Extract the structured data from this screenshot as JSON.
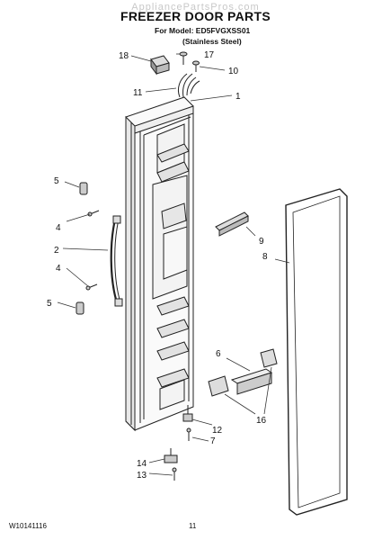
{
  "header": {
    "watermark": "AppliancePartsPros.com",
    "title": "FREEZER DOOR PARTS",
    "model": "For Model: ED5FVGXSS01",
    "variant": "(Stainless Steel)"
  },
  "footer": {
    "doc_number": "W10141116",
    "page_number": "11"
  },
  "callouts": {
    "c18": "18",
    "c17": "17",
    "c10": "10",
    "c11": "11",
    "c1": "1",
    "c5a": "5",
    "c4a": "4",
    "c2": "2",
    "c4b": "4",
    "c5b": "5",
    "c9": "9",
    "c8": "8",
    "c6": "6",
    "c16": "16",
    "c12": "12",
    "c7": "7",
    "c14": "14",
    "c13": "13"
  }
}
